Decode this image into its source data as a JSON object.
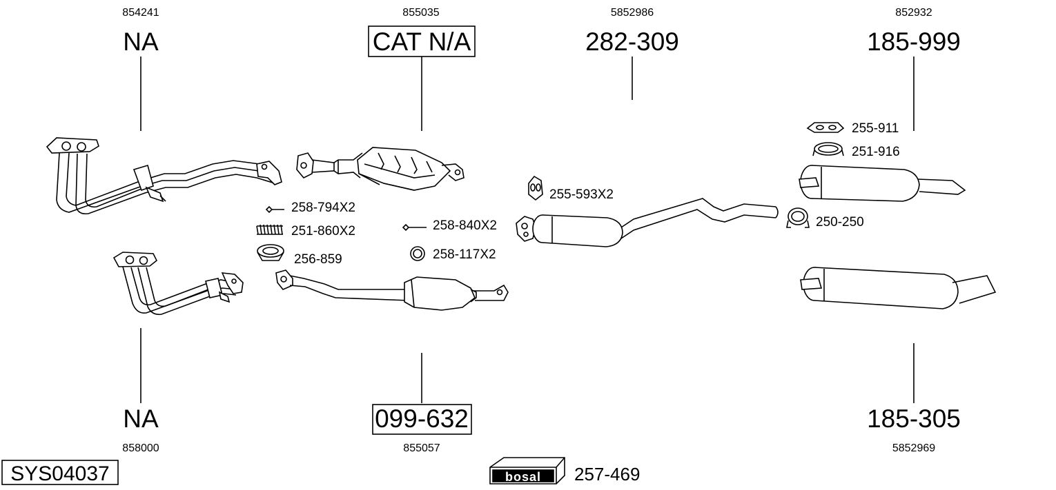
{
  "top_callouts": [
    {
      "ref": "854241",
      "label": "NA"
    },
    {
      "ref": "855035",
      "label": "CAT N/A"
    },
    {
      "ref": "5852986",
      "label": "282-309"
    },
    {
      "ref": "852932",
      "label": "185-999"
    }
  ],
  "bottom_callouts": [
    {
      "ref": "858000",
      "label": "NA"
    },
    {
      "ref": "855057",
      "label": "099-632"
    },
    {
      "ref": "5852969",
      "label": "185-305"
    }
  ],
  "small_parts": {
    "bolt_a": "258-794X2",
    "spring": "251-860X2",
    "ring": "256-859",
    "bolt_b": "258-840X2",
    "gasket": "258-117X2",
    "rubber_mount": "255-593X2",
    "hanger": "255-911",
    "clamp_a": "251-916",
    "clamp_b": "250-250"
  },
  "system_id": "SYS04037",
  "logo": {
    "brand": "bosal",
    "code": "257-469"
  }
}
